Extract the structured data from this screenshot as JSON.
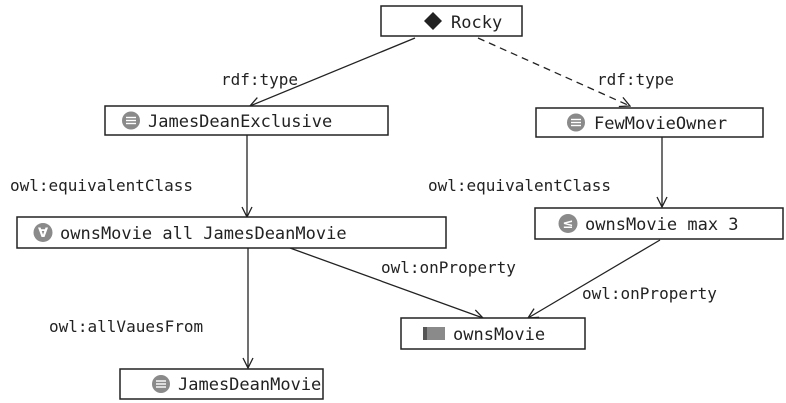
{
  "colors": {
    "icon_fill": "#8a8a8a",
    "stroke": "#222222",
    "text": "#222222"
  },
  "nodes": {
    "rocky": {
      "label": "Rocky",
      "icon": "diamond-icon"
    },
    "james_dean_exclusive": {
      "label": "JamesDeanExclusive",
      "icon": "class-icon"
    },
    "few_movie_owner": {
      "label": "FewMovieOwner",
      "icon": "class-icon"
    },
    "owns_movie_all": {
      "label": "ownsMovie all JamesDeanMovie",
      "icon": "forall-icon"
    },
    "owns_movie_max": {
      "label": "ownsMovie max 3",
      "icon": "less-equal-icon"
    },
    "owns_movie": {
      "label": "ownsMovie",
      "icon": "property-icon"
    },
    "james_dean_movie": {
      "label": "JamesDeanMovie",
      "icon": "class-icon"
    }
  },
  "edges": {
    "rdf_type_left": {
      "label": "rdf:type",
      "style": "solid"
    },
    "rdf_type_right": {
      "label": "rdf:type",
      "style": "dashed"
    },
    "equiv_left": {
      "label": "owl:equivalentClass",
      "style": "solid"
    },
    "equiv_right": {
      "label": "owl:equivalentClass",
      "style": "solid"
    },
    "on_property_left": {
      "label": "owl:onProperty",
      "style": "solid"
    },
    "on_property_right": {
      "label": "owl:onProperty",
      "style": "solid"
    },
    "all_values_from": {
      "label": "owl:allVauesFrom",
      "style": "solid"
    }
  }
}
